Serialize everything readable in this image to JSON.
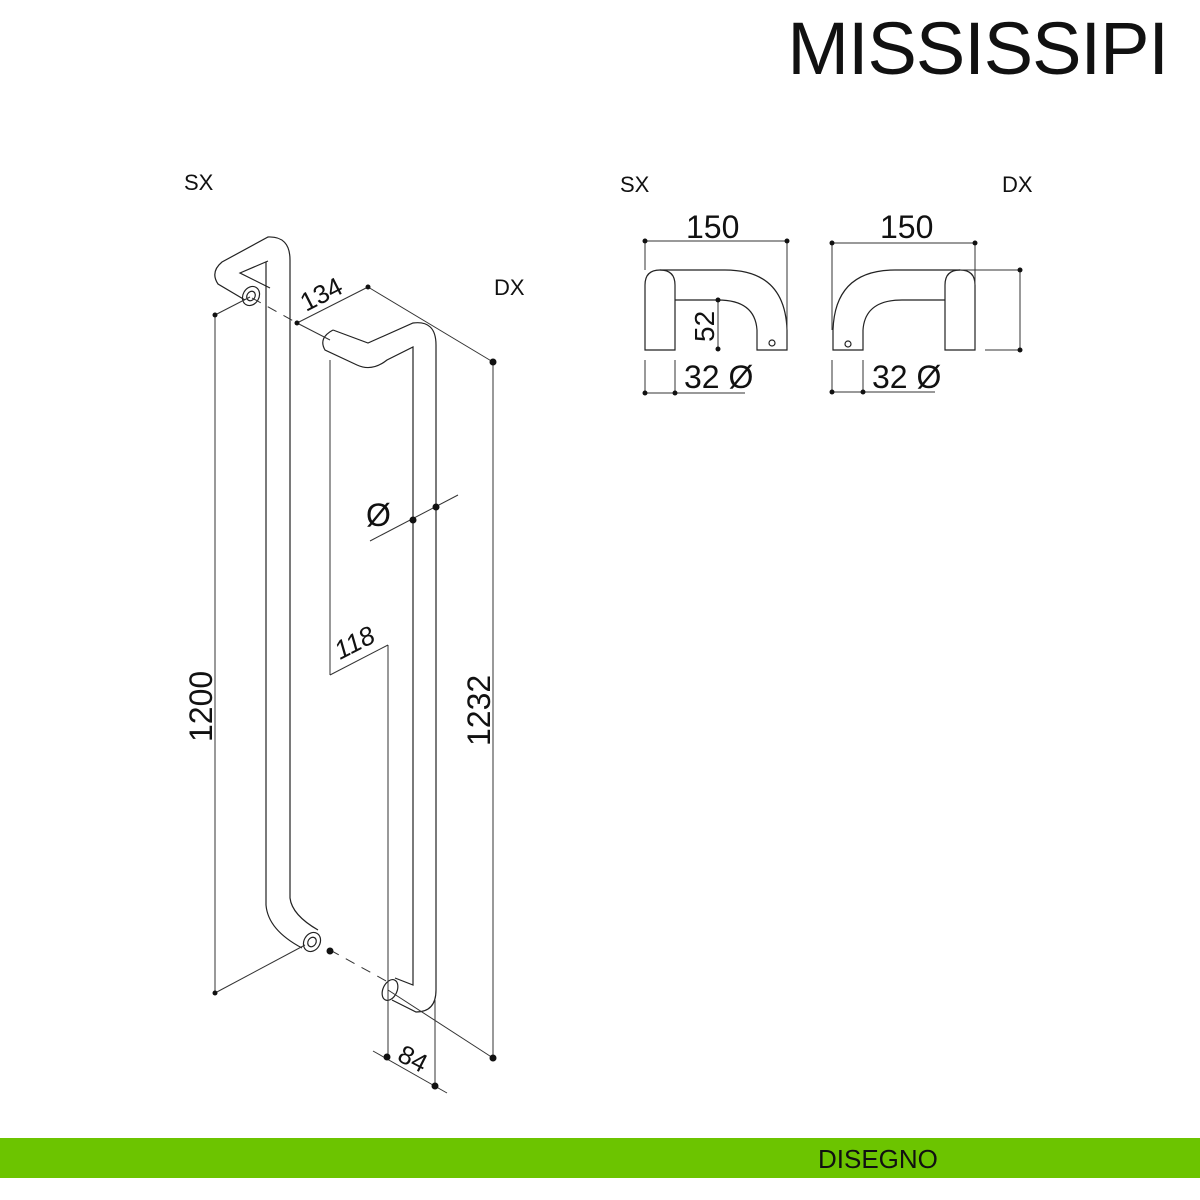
{
  "title": "MISSISSIPI",
  "footer": {
    "label": "DISEGNO",
    "color": "#6cc400"
  },
  "perspective_view": {
    "label_sx": "SX",
    "label_dx": "DX",
    "dim_depth": "134",
    "dim_diameter": "Ø",
    "dim_center": "118",
    "dim_length_sx": "1200",
    "dim_length_dx": "1232",
    "dim_width": "84"
  },
  "side_views": {
    "label_sx": "SX",
    "label_dx": "DX",
    "sx": {
      "dim_width": "150",
      "dim_height": "52",
      "dim_diameter": "32 Ø"
    },
    "dx": {
      "dim_width": "150",
      "dim_diameter": "32 Ø"
    }
  }
}
